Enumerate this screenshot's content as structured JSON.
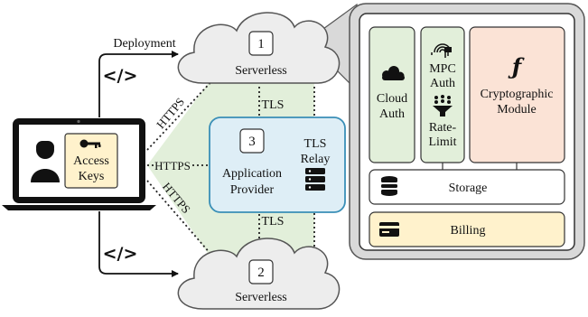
{
  "deployment_label": "Deployment",
  "code_symbol": "</>",
  "https_label": "HTTPS",
  "tls_label": "TLS",
  "access_keys": {
    "line1": "Access",
    "line2": "Keys"
  },
  "cloud_top": {
    "number": "1",
    "label": "Serverless"
  },
  "cloud_bottom": {
    "number": "2",
    "label": "Serverless"
  },
  "app_provider": {
    "number": "3",
    "line1": "Application",
    "line2": "Provider"
  },
  "tls_relay": {
    "line1": "TLS",
    "line2": "Relay"
  },
  "detail": {
    "cloud_auth": {
      "line1": "Cloud",
      "line2": "Auth"
    },
    "mpc_auth": {
      "line1": "MPC",
      "line2": "Auth"
    },
    "rate_limit": {
      "line1": "Rate-",
      "line2": "Limit"
    },
    "crypto_module": {
      "symbol": "ƒ",
      "line1": "Cryptographic",
      "line2": "Module"
    },
    "storage": "Storage",
    "billing": "Billing"
  },
  "colors": {
    "green_fill": "#e2efda",
    "blue_fill": "#deeef6",
    "blue_stroke": "#3a8fb7",
    "orange_fill": "#fbe3d6",
    "yellow_fill": "#fff2cc",
    "cloud_fill": "#ededed",
    "panel_fill": "#d9d9d9"
  }
}
